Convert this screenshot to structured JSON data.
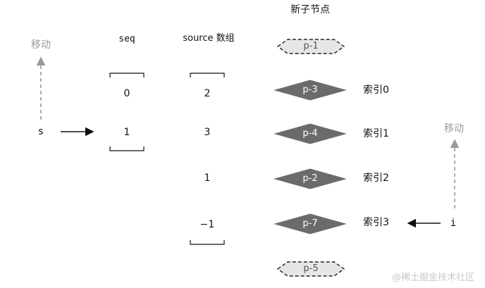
{
  "title": "新子节点",
  "move_label": "移动",
  "seq": {
    "header": "seq",
    "values": [
      "0",
      "1"
    ]
  },
  "source": {
    "header": "source 数组",
    "values": [
      "2",
      "3",
      "1",
      "−1"
    ]
  },
  "pointers": {
    "s": "s",
    "i": "i"
  },
  "nodes": [
    {
      "label": "p-1",
      "style": "dashed"
    },
    {
      "label": "p-3",
      "style": "solid",
      "index_label": "索引0"
    },
    {
      "label": "p-4",
      "style": "solid",
      "index_label": "索引1"
    },
    {
      "label": "p-2",
      "style": "solid",
      "index_label": "索引2"
    },
    {
      "label": "p-7",
      "style": "solid",
      "index_label": "索引3"
    },
    {
      "label": "p-5",
      "style": "dashed"
    }
  ],
  "colors": {
    "solid_node": "#6b6b6b",
    "dashed_node_fill": "#e6e6e6",
    "dashed_node_stroke": "#222222",
    "move_arrow": "#999999"
  },
  "watermark": "@稀土掘金技术社区"
}
